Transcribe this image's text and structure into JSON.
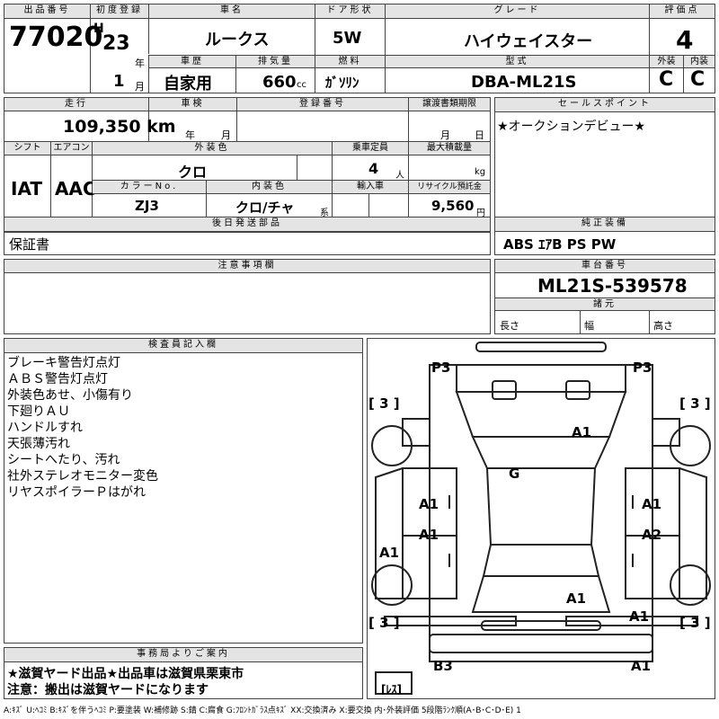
{
  "header": {
    "lot_label": "出品番号",
    "lot": "77020",
    "first_reg_label": "初度登録",
    "era": "H",
    "year": "23",
    "year_unit": "年",
    "month": "1",
    "month_unit": "月",
    "car_name_label": "車名",
    "car_name": "ルークス",
    "door_label": "ドア形状",
    "door": "5W",
    "grade_label": "グレード",
    "grade": "ハイウェイスター",
    "score_label": "評価点",
    "score": "4",
    "history_label": "車歴",
    "history": "自家用",
    "displacement_label": "排気量",
    "displacement": "660",
    "displacement_unit": "cc",
    "fuel_label": "燃料",
    "fuel": "ｶﾞｿﾘﾝ",
    "model_label": "型式",
    "model": "DBA-ML21S",
    "exterior_label": "外装",
    "exterior": "C",
    "interior_label": "内装",
    "interior": "C"
  },
  "row2": {
    "mileage_label": "走行",
    "mileage": "109,350 km",
    "inspection_label": "車検",
    "inspection_year_unit": "年",
    "inspection_month_unit": "月",
    "regno_label": "登録番号",
    "transfer_label": "譲渡書類期限",
    "transfer_month_unit": "月",
    "transfer_day_unit": "日",
    "shift_label": "シフト",
    "shift": "IAT",
    "ac_label": "エアコン",
    "ac": "AAC",
    "ext_color_label": "外装色",
    "ext_color": "クロ",
    "capacity_label": "乗車定員",
    "capacity": "4",
    "capacity_unit": "人",
    "maxload_label": "最大積載量",
    "maxload_unit": "kg",
    "colorno_label": "カラーNo.",
    "colorno": "ZJ3",
    "int_color_label": "内装色",
    "int_color": "クロ/チャ",
    "int_color_unit": "系",
    "import_label": "輸入車",
    "recycle_label": "リサイクル預託金",
    "recycle": "9,560",
    "recycle_unit": "円"
  },
  "sales": {
    "label": "セールスポイント",
    "text": "★オークションデビュー★"
  },
  "later_parts": {
    "label": "後日発送部品",
    "text": "保証書"
  },
  "genuine": {
    "label": "純正装備",
    "text": "ABS ｴｱB PS PW"
  },
  "caution": {
    "label": "注意事項欄"
  },
  "chassis": {
    "label": "車台番号",
    "number": "ML21S-539578",
    "dims_label": "諸元",
    "length": "長さ",
    "width": "幅",
    "height": "高さ"
  },
  "inspector": {
    "label": "検査員記入欄",
    "notes": [
      "ブレーキ警告灯点灯",
      "ＡＢＳ警告灯点灯",
      "外装色あせ、小傷有り",
      "下廻りＡＵ",
      "ハンドルすれ",
      "天張薄汚れ",
      "シートへたり、汚れ",
      "社外ステレオモニター変色",
      "リヤスポイラーＰはがれ"
    ]
  },
  "office": {
    "label": "事務局よりご案内",
    "line1": "★滋賀ヤード出品★出品車は滋賀県栗東市",
    "line2": "注意：搬出は滋賀ヤードになります"
  },
  "diagram": {
    "marks": {
      "p3_left": "P3",
      "p3_right": "P3",
      "tire_fl": "[ 3 ]",
      "tire_fr": "[ 3 ]",
      "tire_rl": "[ 3 ]",
      "tire_rr": "[ 3 ]",
      "hood": "A1",
      "roof": "G",
      "fl_door": "A1",
      "fr_door": "A1",
      "rl_door": "A1",
      "rr_door": "A2",
      "l_sill": "A1",
      "rear_center": "A1",
      "r_rear": "A1",
      "b3": "B3",
      "a1_bottom": "A1",
      "spare": "[ﾚｽ]"
    }
  },
  "legend": "A:ｷｽﾞ U:ﾍｺﾐ B:ｷｽﾞを伴うﾍｺﾐ P:要塗装 W:補修跡 S:錆 C:腐食 G:ﾌﾛﾝﾄｶﾞﾗｽ点ｷｽﾞ XX:交換済み X:要交換  内･外装評価 5段階ﾗﾝｸ順(A･B･C･D･E) 1"
}
